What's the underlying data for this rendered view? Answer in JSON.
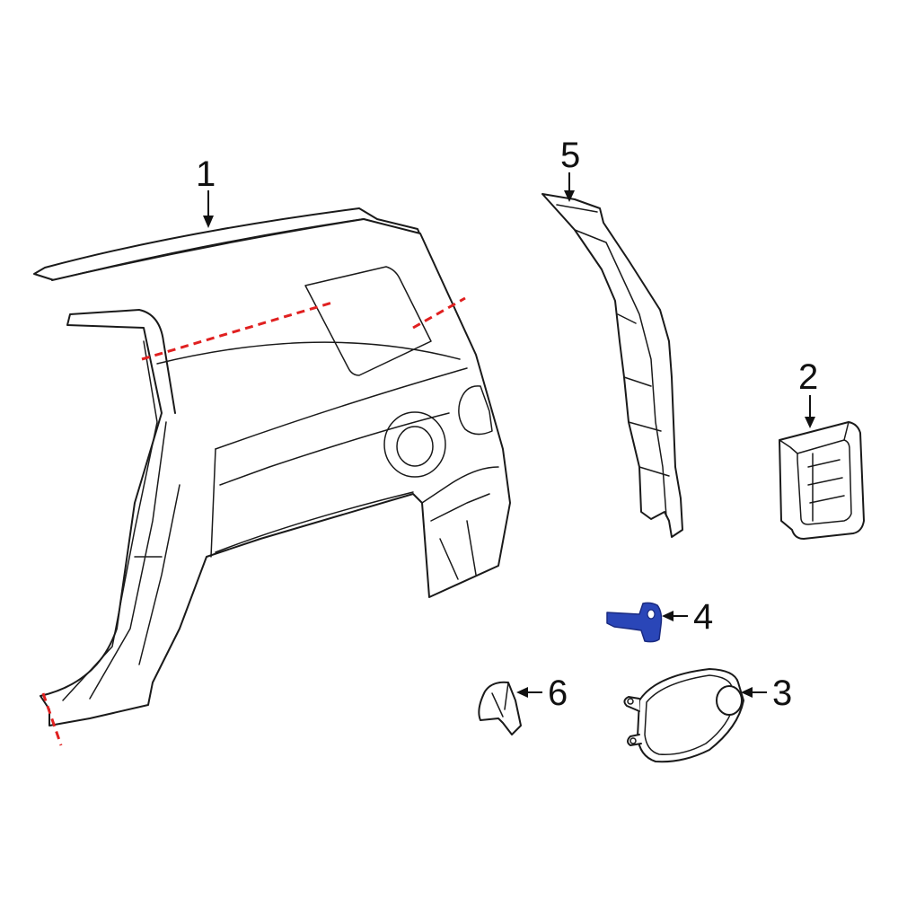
{
  "callouts": [
    {
      "id": "1",
      "label": "1"
    },
    {
      "id": "2",
      "label": "2"
    },
    {
      "id": "3",
      "label": "3"
    },
    {
      "id": "4",
      "label": "4"
    },
    {
      "id": "5",
      "label": "5"
    },
    {
      "id": "6",
      "label": "6"
    }
  ],
  "colors": {
    "outline": "#1a1a1a",
    "cut_line": "#e02020",
    "highlight": "#2a46b8"
  },
  "highlighted_part": "4"
}
